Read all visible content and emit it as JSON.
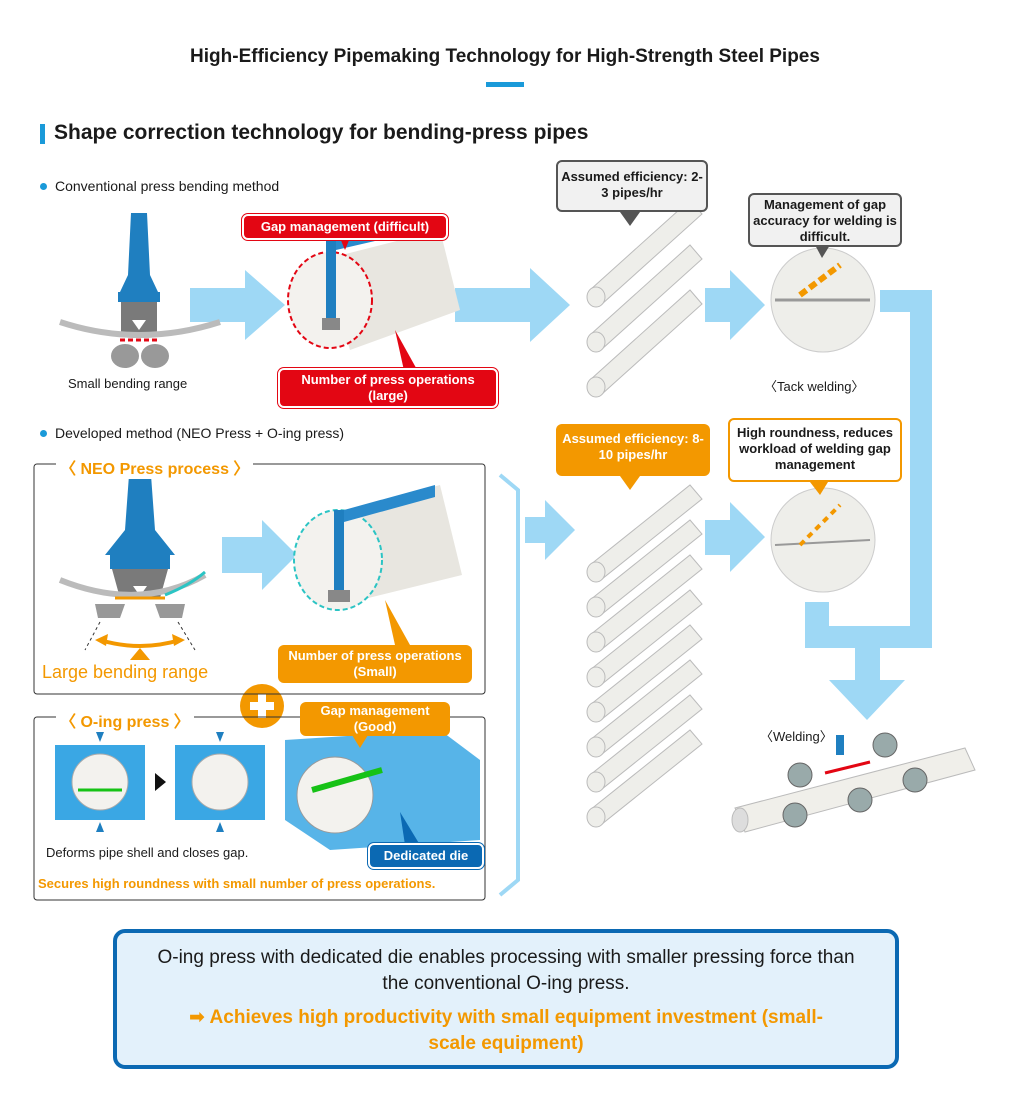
{
  "header": {
    "title": "High-Efficiency Pipemaking Technology for High-Strength Steel Pipes",
    "section_title": "Shape correction technology for bending-press pipes"
  },
  "conventional": {
    "heading": "Conventional press bending method",
    "small_bending_range": "Small bending range",
    "gap_management": "Gap management (difficult)",
    "press_operations": "Number of press operations (large)",
    "efficiency": "Assumed efficiency: 2-3 pipes/hr",
    "gap_accuracy_note": "Management of gap accuracy for welding is difficult.",
    "tack_welding": "〈Tack welding〉"
  },
  "developed": {
    "heading": "Developed method (NEO Press + O-ing press)",
    "neo_label": "〈 NEO Press process 〉",
    "large_bending_range": "Large bending range",
    "press_operations": "Number of press operations (Small)",
    "efficiency": "Assumed efficiency: 8-10 pipes/hr",
    "roundness_note": "High roundness, reduces workload of welding gap management",
    "oing_label": "〈 O-ing press 〉",
    "gap_management": "Gap management (Good)",
    "deforms_note": "Deforms pipe shell and closes gap.",
    "dedicated_die": "Dedicated die",
    "secures_note": "Secures high roundness with small number of press operations.",
    "welding": "〈Welding〉"
  },
  "summary": {
    "main": "O-ing press with dedicated die enables processing with smaller pressing force than the conventional O-ing press.",
    "arrow": "➡",
    "result": "Achieves high productivity with small equipment investment (small-scale equipment)"
  },
  "colors": {
    "accent_blue": "#1a9ad9",
    "arrow_blue": "#9ed8f5",
    "dark_blue": "#0b69b3",
    "orange": "#f39800",
    "red": "#e30613"
  }
}
